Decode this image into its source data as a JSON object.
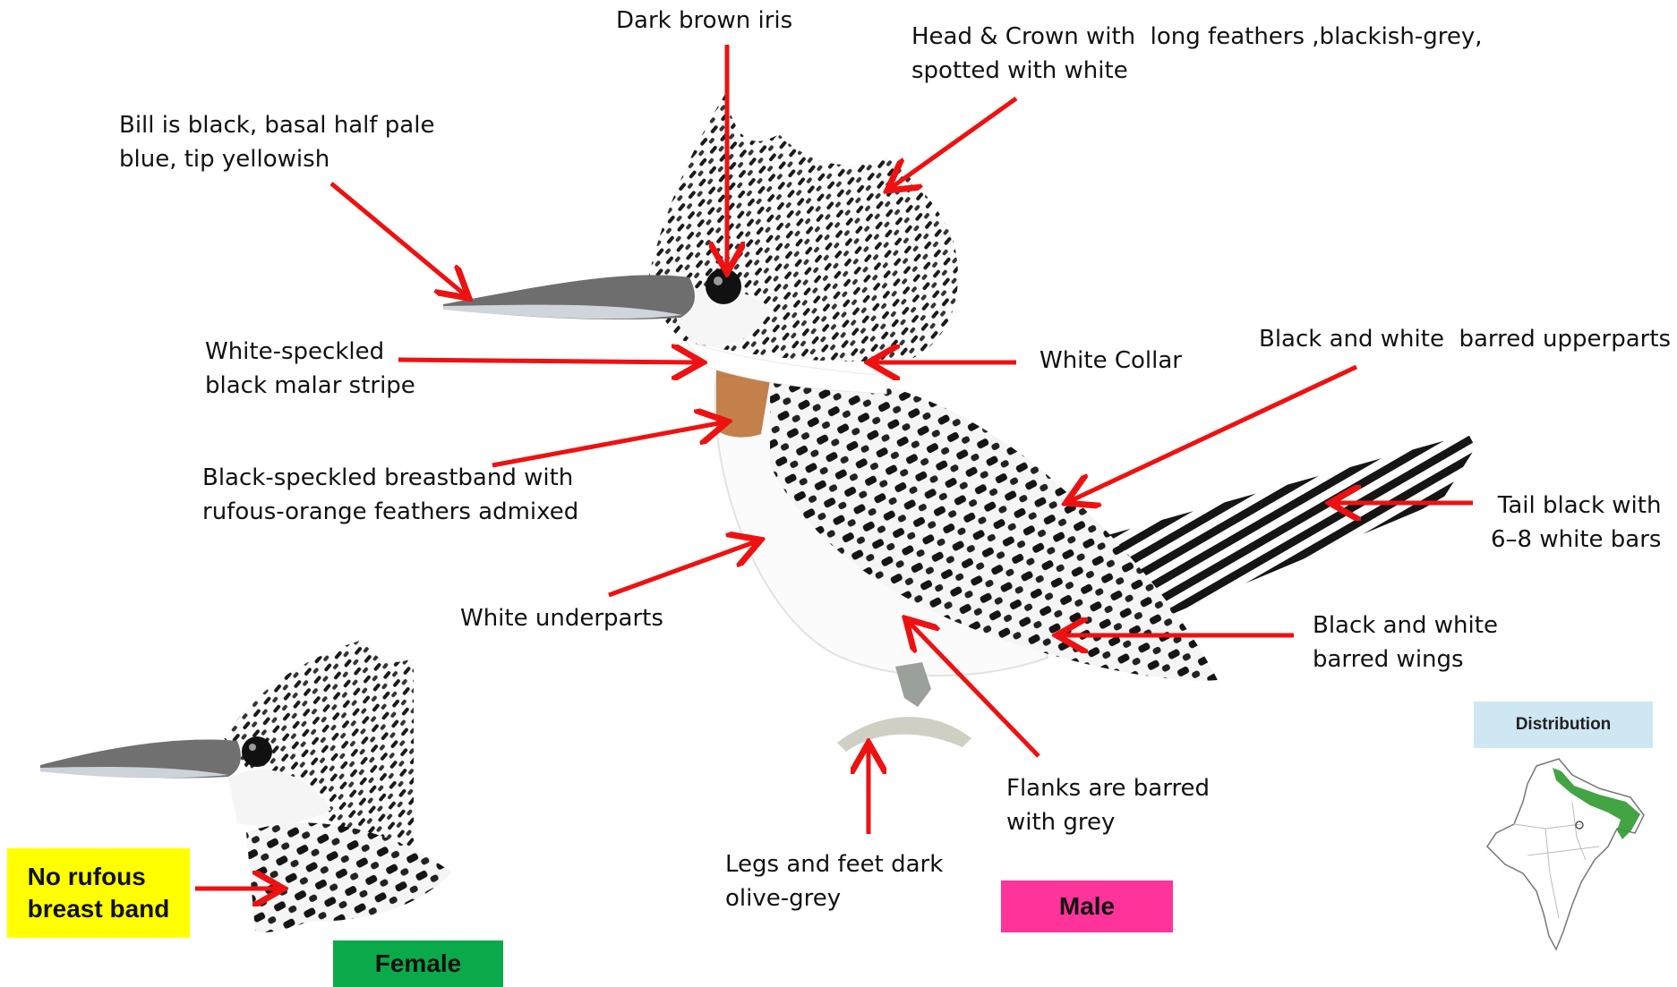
{
  "labels": {
    "iris": "Dark brown iris",
    "crown": "Head & Crown with  long feathers ,blackish-grey,\nspotted with white",
    "bill": "Bill is black, basal half pale\nblue, tip yellowish",
    "malar": "White-speckled\nblack malar stripe",
    "collar": "White Collar",
    "upperparts": "Black and white  barred upperparts",
    "breastband": "Black-speckled breastband with\nrufous-orange feathers admixed",
    "tail": "Tail black with\n6–8 white bars",
    "underparts": "White underparts",
    "wings": "Black and white\nbarred wings",
    "flanks": "Flanks are barred\nwith grey",
    "legs": "Legs and feet dark\nolive-grey"
  },
  "tags": {
    "no_rufous": "No rufous\nbreast band",
    "male": "Male",
    "female": "Female"
  },
  "distribution": {
    "title": "Distribution"
  },
  "colors": {
    "arrow": "#ee1111",
    "no_rufous_bg": "#ffff00",
    "male_bg": "#ff3399",
    "female_bg": "#0aaa4a",
    "range": "#2f9a2f",
    "map_panel": "#d6e9f4"
  }
}
